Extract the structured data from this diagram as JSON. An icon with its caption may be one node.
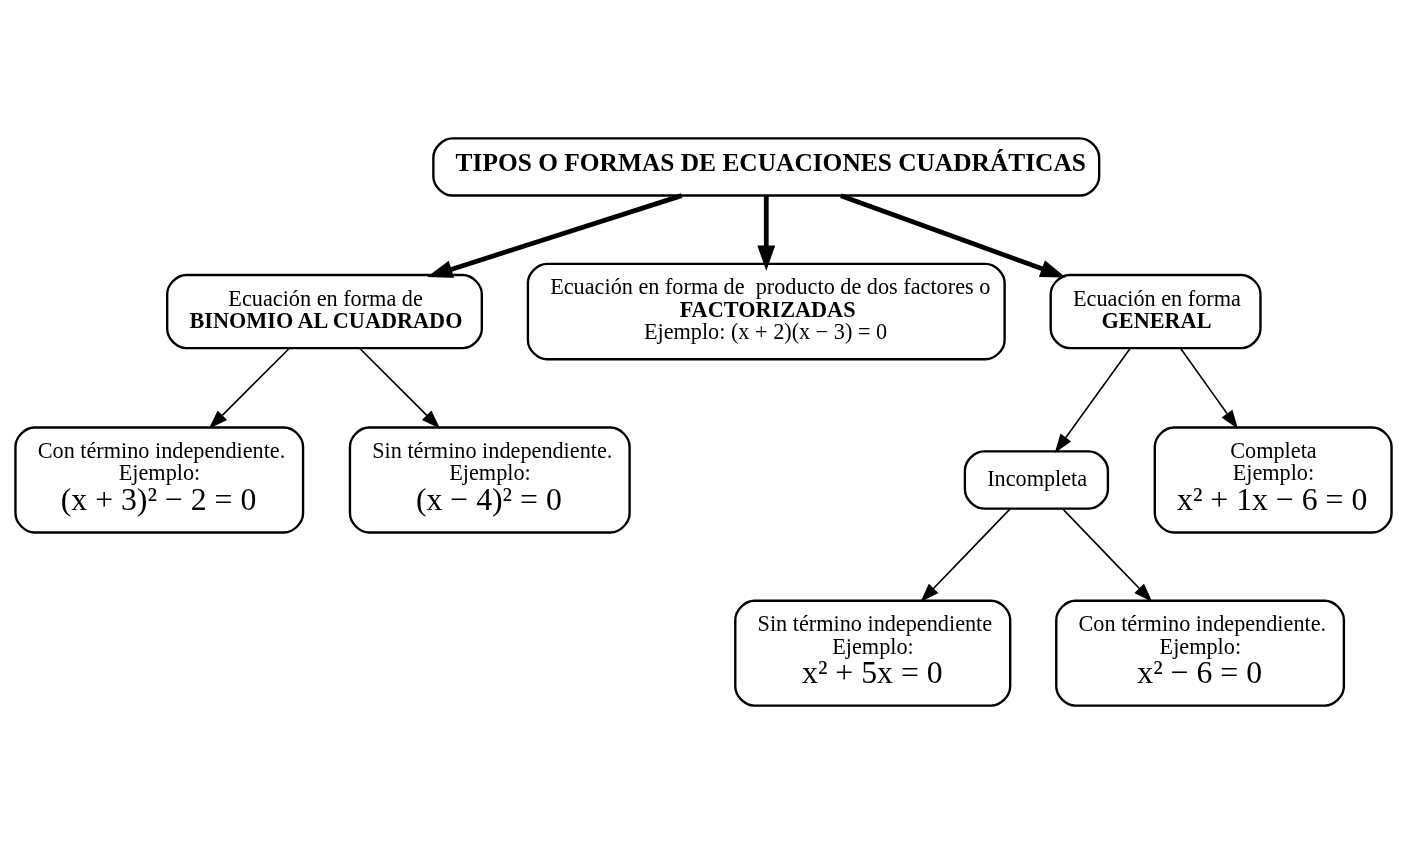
{
  "diagram": {
    "nodes": [
      {
        "text": [
          "TIPOS O FORMAS DE ECUACIONES CUADRÁTICAS"
        ]
      },
      {
        "text": [
          "Ecuación en forma de **BINOMIO AL CUADRADO**"
        ]
      },
      {
        "text": [
          "Ecuación en forma de  producto de dos factores o **FACTORIZADAS**",
          "Ejemplo: (x + 2)(x − 3) = 0"
        ]
      },
      {
        "text": [
          "Ecuación en forma **GENERAL**"
        ]
      },
      {
        "text": [
          "Con término independiente.",
          "Ejemplo:",
          "(x + 3)² − 2 = 0"
        ]
      },
      {
        "text": [
          "Sin término independiente.",
          "Ejemplo:",
          "(x − 4)² = 0"
        ]
      },
      {
        "text": [
          "Incompleta"
        ]
      },
      {
        "text": [
          "Completa",
          "Ejemplo:",
          "x² + 1x − 6 = 0"
        ]
      },
      {
        "text": [
          "Sin término independiente",
          "Ejemplo:",
          "x² + 5x = 0"
        ]
      },
      {
        "text": [
          "Con término independiente.",
          "Ejemplo:",
          "x² − 6 = 0"
        ]
      }
    ],
    "edges": [
      {
        "from": 0,
        "to": 1,
        "arrow": "to",
        "style": "thick"
      },
      {
        "from": 0,
        "to": 2,
        "arrow": "to",
        "style": "thick"
      },
      {
        "from": 0,
        "to": 3,
        "arrow": "to",
        "style": "thick"
      },
      {
        "from": 1,
        "to": 4,
        "arrow": "to"
      },
      {
        "from": 1,
        "to": 5,
        "arrow": "to"
      },
      {
        "from": 3,
        "to": 6,
        "arrow": "to"
      },
      {
        "from": 3,
        "to": 7,
        "arrow": "to"
      },
      {
        "from": 6,
        "to": 8,
        "arrow": "to"
      },
      {
        "from": 6,
        "to": 9,
        "arrow": "to"
      }
    ]
  }
}
